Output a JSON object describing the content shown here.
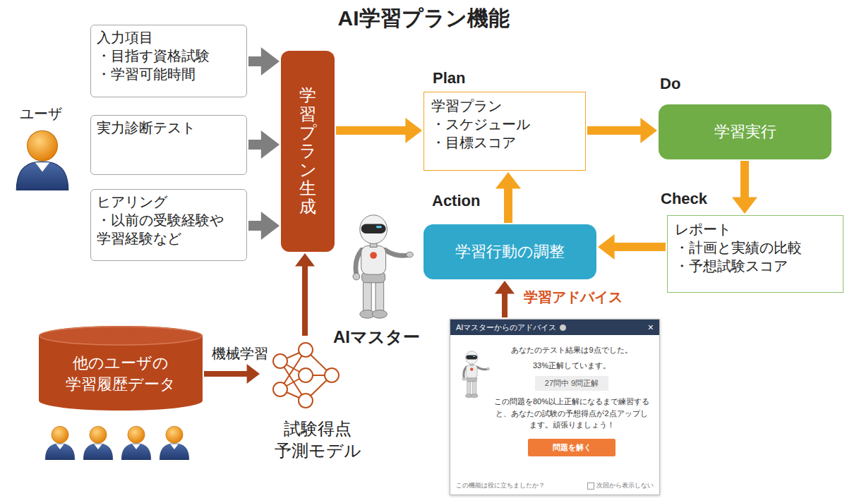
{
  "diagram": {
    "title": "AI学習プラン機能",
    "nodes": [
      {
        "text": [
          "入力項目",
          "・目指す資格試験",
          "・学習可能時間"
        ]
      },
      {
        "text": [
          "実力診断テスト"
        ]
      },
      {
        "text": [
          "ヒアリング",
          "・以前の受験経験や 学習経験など"
        ]
      },
      {
        "text": [
          "学習プラン生成"
        ]
      },
      {
        "text": [
          "Plan",
          "学習プラン",
          "・スケジュール",
          "・目標スコア"
        ]
      },
      {
        "text": [
          "Do",
          "学習実行"
        ]
      },
      {
        "text": [
          "Check",
          "レポート",
          "・計画と実績の比較",
          "・予想試験スコア"
        ]
      },
      {
        "text": [
          "Action",
          "学習行動の調整"
        ]
      },
      {
        "text": [
          "他のユーザの 学習履歴データ"
        ]
      },
      {
        "text": [
          "試験得点 予測モデル"
        ]
      },
      {
        "text": [
          "AIマスターからのアドバイス",
          "×",
          "あなたのテスト結果は9点でした。",
          "33%正解しています。",
          "27問中 9問正解",
          "この問題を80%以上正解になるまで練習すると、あなたの試験の予想得点が2点アップします。頑張りましょう！",
          "この機能は役に立ちましたか？",
          "次回から表示しない"
        ]
      },
      {
        "text": [
          "問題を解く"
        ],
        "in": 10
      }
    ],
    "edges": [
      {
        "from": 0,
        "to": 3,
        "arrow": "to"
      },
      {
        "from": 1,
        "to": 3,
        "arrow": "to"
      },
      {
        "from": 2,
        "to": 3,
        "arrow": "to"
      },
      {
        "from": 3,
        "to": 4,
        "arrow": "to"
      },
      {
        "from": 4,
        "to": 5,
        "arrow": "to"
      },
      {
        "from": 5,
        "to": 6,
        "arrow": "to"
      },
      {
        "from": 6,
        "to": 7,
        "arrow": "to"
      },
      {
        "from": 7,
        "to": 4,
        "arrow": "to"
      },
      {
        "from": 8,
        "to": 9,
        "label": "機械学習",
        "arrow": "to"
      },
      {
        "from": 9,
        "to": 3,
        "arrow": "to"
      },
      {
        "from": 10,
        "to": 7,
        "label": "学習アドバイス",
        "arrow": "to"
      }
    ],
    "labels": [
      "ユーザ",
      "AIマスター"
    ]
  }
}
